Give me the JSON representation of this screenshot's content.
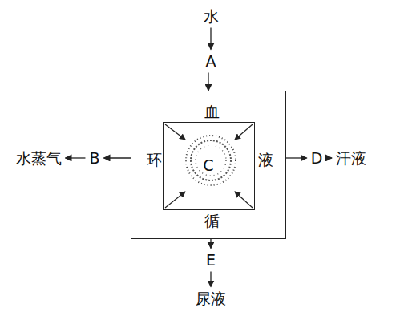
{
  "diagram": {
    "nodes": [
      {
        "text": [
          "水"
        ]
      },
      {
        "text": [
          "A"
        ]
      },
      {
        "text": [
          "血",
          "液",
          "循",
          "环"
        ]
      },
      {
        "text": [
          "C"
        ],
        "in": 2
      },
      {
        "text": [
          "B"
        ]
      },
      {
        "text": [
          "水蒸气"
        ]
      },
      {
        "text": [
          "D"
        ]
      },
      {
        "text": [
          "汗液"
        ]
      },
      {
        "text": [
          "E"
        ]
      },
      {
        "text": [
          "尿液"
        ]
      }
    ],
    "edges": [
      {
        "from": 0,
        "to": 1,
        "arrow": "to"
      },
      {
        "from": 1,
        "to": 2,
        "arrow": "to"
      },
      {
        "from": 2,
        "to": 4,
        "arrow": "to"
      },
      {
        "from": 4,
        "to": 5,
        "arrow": "to"
      },
      {
        "from": 2,
        "to": 6,
        "arrow": "to"
      },
      {
        "from": 6,
        "to": 7,
        "arrow": "to"
      },
      {
        "from": 2,
        "to": 8,
        "arrow": "to"
      },
      {
        "from": 8,
        "to": 9,
        "arrow": "to"
      }
    ]
  }
}
